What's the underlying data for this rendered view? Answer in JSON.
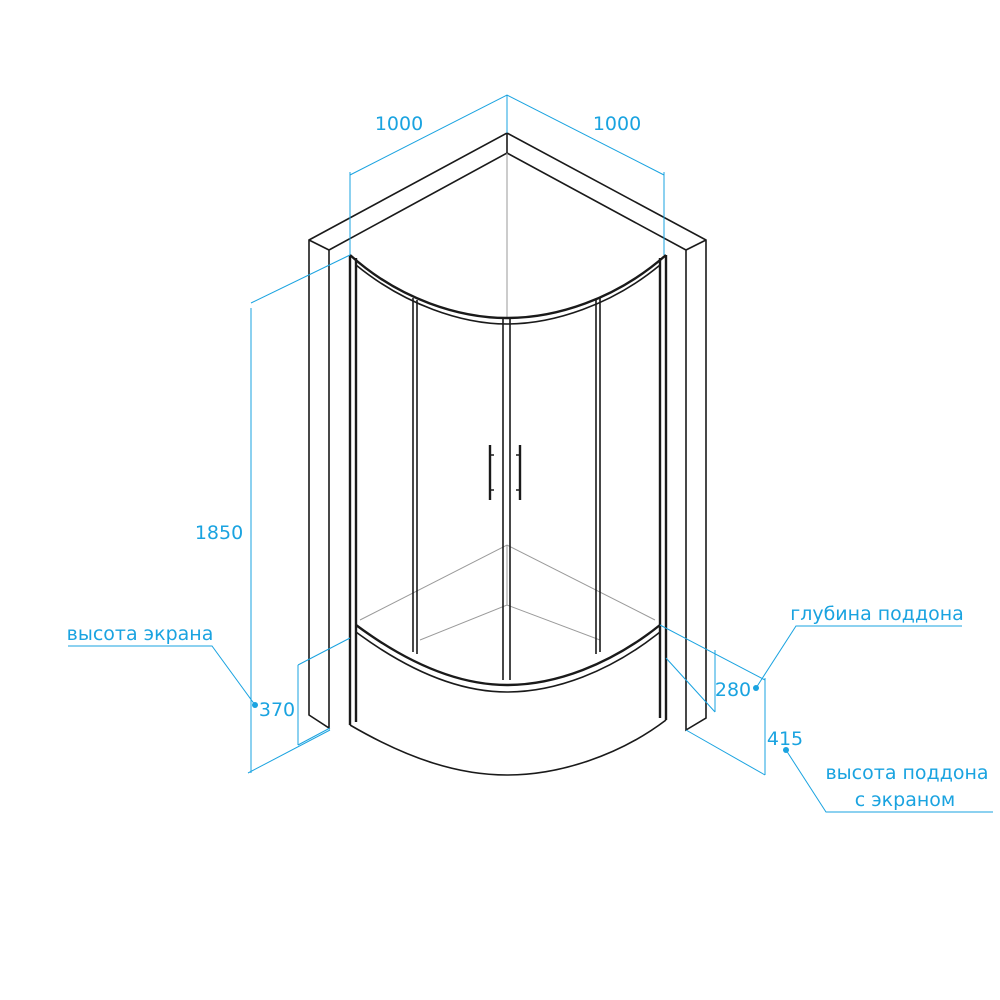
{
  "colors": {
    "dimension": "#1aa3e0",
    "outline": "#1a1a1a",
    "hidden": "#9a9a9a"
  },
  "dimensions": {
    "width_left": "1000",
    "width_right": "1000",
    "height": "1850",
    "screen_height": "370",
    "tray_depth": "280",
    "tray_height_with_screen": "415"
  },
  "callouts": {
    "screen_height_label": "высота экрана",
    "tray_depth_label": "глубина поддона",
    "tray_height_label_line1": "высота поддона",
    "tray_height_label_line2": "с экраном"
  }
}
